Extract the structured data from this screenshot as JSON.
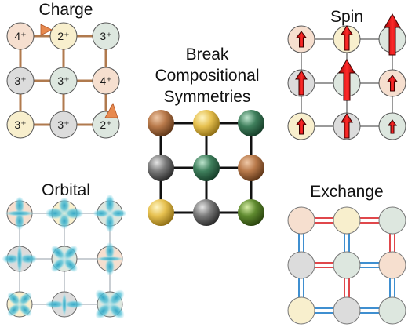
{
  "center": {
    "title_lines": [
      "Break",
      "Compositional",
      "Symmetries"
    ]
  },
  "charge": {
    "title": "Charge",
    "labels": [
      "4⁺",
      "2⁺",
      "3⁺",
      "3⁺",
      "3⁺",
      "4⁺",
      "3⁺",
      "3⁺",
      "2⁺"
    ],
    "label_highlight": [
      false,
      true,
      false,
      false,
      false,
      false,
      false,
      false,
      true
    ]
  },
  "spin": {
    "title": "Spin",
    "arrow_sizes": [
      "small",
      "medium",
      "large",
      "medium",
      "large",
      "small",
      "small",
      "medium",
      "small"
    ]
  },
  "orbital": {
    "title": "Orbital"
  },
  "exchange": {
    "title": "Exchange"
  },
  "colors": {
    "copper": "#b06f3e",
    "gold": "#e8c454",
    "gray": "#7d7d7d",
    "green": "#3f7f5c",
    "olive": "#5f8a2f",
    "bond_copper": "#b07a4e",
    "bond_gray": "#9a9a9a",
    "spin_arrow": "#e01414",
    "orbital_lobe": "#5bc3d8",
    "exchange_red": "#e0474b",
    "exchange_blue": "#3f8fd0"
  }
}
